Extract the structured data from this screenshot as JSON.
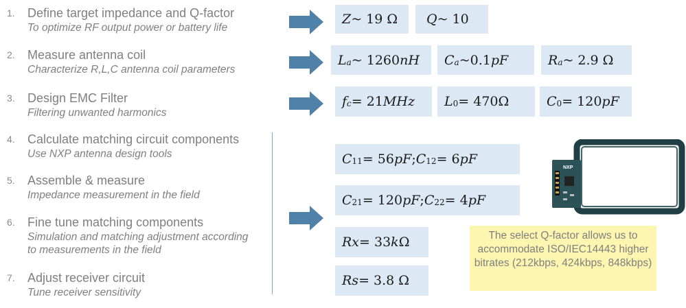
{
  "steps": [
    {
      "num": "1.",
      "title": "Define target impedance and Q-factor",
      "sub": "To optimize RF output power or battery life"
    },
    {
      "num": "2.",
      "title": "Measure antenna coil",
      "sub": "Characterize R,L,C antenna coil parameters"
    },
    {
      "num": "3.",
      "title": "Design EMC Filter",
      "sub": "Filtering unwanted harmonics"
    },
    {
      "num": "4.",
      "title": "Calculate matching circuit components",
      "sub": "Use NXP antenna design tools"
    },
    {
      "num": "5.",
      "title": "Assemble & measure",
      "sub": "Impedance measurement in the field"
    },
    {
      "num": "6.",
      "title": "Fine tune matching components",
      "sub": "Simulation and matching adjustment according to measurements in the field"
    },
    {
      "num": "7.",
      "title": "Adjust receiver circuit",
      "sub": "Tune receiver sensitivity"
    }
  ],
  "row1": {
    "z": {
      "sym": "Z",
      "rest": " ~ 19 Ω"
    },
    "q": {
      "sym": "Q",
      "rest": " ~ 10"
    }
  },
  "row2": {
    "la": {
      "sym": "L",
      "subs": "a",
      "rest": " ~ 1260 ",
      "unit": "nH"
    },
    "ca": {
      "sym": "C",
      "subs": "a",
      "rest": "~0.1 ",
      "unit": "pF"
    },
    "ra": {
      "sym": "R",
      "subs": "a",
      "rest": "~ 2.9 Ω"
    }
  },
  "row3": {
    "fc": {
      "sym": "f",
      "subs": "c",
      "rest": " = 21 ",
      "unit": "MHz"
    },
    "l0": {
      "sym": "L",
      "subs": "0",
      "rest": " = 470Ω"
    },
    "c0": {
      "sym": "C",
      "subs": "0",
      "rest": " = 120 ",
      "unit": "pF"
    }
  },
  "matching": {
    "c1": {
      "a_sym": "C",
      "a_sub": "11",
      "a_rest": " = 56 ",
      "a_unit": "pF",
      "sep": " ; ",
      "b_sym": "C",
      "b_sub": "12",
      "b_rest": " = 6",
      "b_unit": "pF"
    },
    "c2": {
      "a_sym": "C",
      "a_sub": "21",
      "a_rest": " = 120 ",
      "a_unit": "pF",
      "sep": " ; ",
      "b_sym": "C",
      "b_sub": "22",
      "b_rest": " = 4 ",
      "b_unit": "pF"
    },
    "rx": {
      "sym": "Rx",
      "rest": " = 33 ",
      "unit": "k",
      "tail": "Ω"
    },
    "rs": {
      "sym": "Rs",
      "rest": " = 3.8 Ω"
    }
  },
  "note": {
    "text": "The select Q-factor allows us to accommodate ISO/IEC14443 higher bitrates (212kbps, 424kbps, 848kbps)"
  },
  "board": {
    "logo_text": "NXP"
  },
  "colors": {
    "arrow": "#4f81a9",
    "box": "#dce9f5",
    "note": "#fcf6b1",
    "step_text": "#7f7f7f",
    "pcb": "#2f4f4f"
  }
}
